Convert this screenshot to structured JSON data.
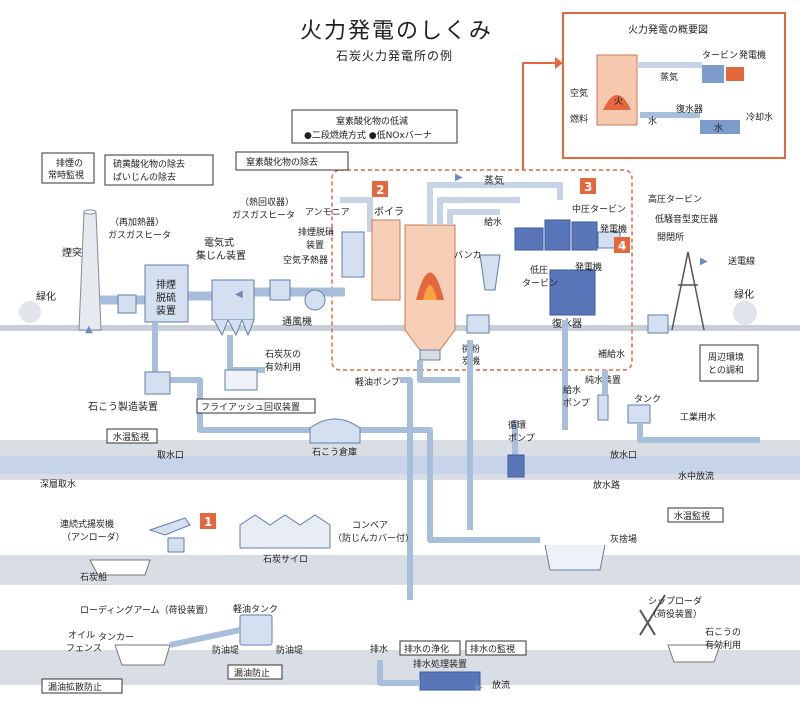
{
  "title": "火力発電のしくみ",
  "subtitle": "石炭火力発電所の例",
  "inset": {
    "title": "火力発電の概要図",
    "labels": {
      "turbine": "タービン",
      "generator": "発電機",
      "steam": "蒸気",
      "air": "空気",
      "fire": "火",
      "fuel": "燃料",
      "condenser": "復水器",
      "cooling_water": "冷却水",
      "water1": "水",
      "water2": "水"
    }
  },
  "callouts": {
    "nox_reduction_title": "窒素酸化物の低減",
    "nox_reduction_line": "●二段燃焼方式 ●低NOxバーナ",
    "nox_removal": "窒素酸化物の除去",
    "sox_removal_1": "硫黄酸化物の除去",
    "sox_removal_2": "ばいじんの除去",
    "stack_monitor_1": "排煙の",
    "stack_monitor_2": "常時監視",
    "water_temp_monitor_1": "水温監視",
    "water_temp_monitor_2": "水温監視",
    "env_harmony_1": "周辺環境",
    "env_harmony_2": "との調和",
    "wastewater_purify": "排水の浄化",
    "wastewater_monitor": "排水の監視",
    "oil_spill": "漏油拡散防止",
    "oil_leak": "漏油防止"
  },
  "labels": {
    "chimney": "煙突",
    "green1": "緑化",
    "green2": "緑化",
    "reheater": "（再加熱器）",
    "gas_heater": "ガスガスヒータ",
    "desulf_1": "排煙",
    "desulf_2": "脱硫",
    "desulf_3": "装置",
    "ep_1": "電気式",
    "ep_2": "集じん装置",
    "heat_recovery": "（熱回収器）",
    "gas_heater2": "ガスガスヒータ",
    "ammonia": "アンモニア",
    "denitration_1": "排煙脱硝",
    "denitration_2": "装置",
    "air_preheater": "空気予熱器",
    "fan": "通風機",
    "boiler": "ボイラ",
    "steam": "蒸気",
    "feedwater": "給水",
    "bunker": "バンカ",
    "pulverized_1": "微粉",
    "pulverized_2": "炭機",
    "ip_turbine": "中圧タービン",
    "hp_turbine": "高圧タービン",
    "generator": "発電機",
    "lp_turbine_1": "低圧",
    "lp_turbine_2": "タービン",
    "generator2": "発電機",
    "condenser": "復水器",
    "transformer": "低騒音型変圧器",
    "switchyard": "開閉所",
    "transmission": "送電線",
    "makeup_water": "補給水",
    "pure_water": "純水装置",
    "tank": "タンク",
    "industrial_water": "工業用水",
    "gypsum_plant": "石こう製造装置",
    "flyash": "フライアッシュ回収装置",
    "coal_ash_1": "石炭灰の",
    "coal_ash_2": "有効利用",
    "light_oil_pump": "軽油ポンプ",
    "gypsum_storage": "石こう倉庫",
    "circ_pump_1": "循環",
    "circ_pump_2": "ポンプ",
    "feed_pump_1": "給水",
    "feed_pump_2": "ポンプ",
    "intake": "取水口",
    "deep_intake": "深層取水",
    "outlet": "放水口",
    "outlet_channel": "放水路",
    "underwater_discharge": "水中放流",
    "unloader_1": "連続式揚炭機",
    "unloader_2": "（アンローダ）",
    "conveyor_1": "コンベア",
    "conveyor_2": "（防じんカバー付）",
    "coal_silo": "石炭サイロ",
    "coal_ship": "石炭船",
    "ash_yard": "灰捨場",
    "ship_loader_1": "シップローダ",
    "ship_loader_2": "（荷役装置）",
    "gypsum_use_1": "石こうの",
    "gypsum_use_2": "有効利用",
    "loading_arm": "ローディングアーム（荷役装置）",
    "light_oil_tank": "軽油タンク",
    "oil_fence_1": "オイル",
    "oil_fence_2": "フェンス",
    "tanker": "タンカー",
    "oil_dike_1": "防油堤",
    "oil_dike_2": "防油堤",
    "drain": "排水",
    "wastewater_plant": "排水処理装置",
    "discharge": "放流"
  },
  "steps": [
    "1",
    "2",
    "3",
    "4"
  ],
  "colors": {
    "accent": "#e5673e",
    "pipe": "#a8bfdc",
    "equipment": "#5876b8"
  }
}
